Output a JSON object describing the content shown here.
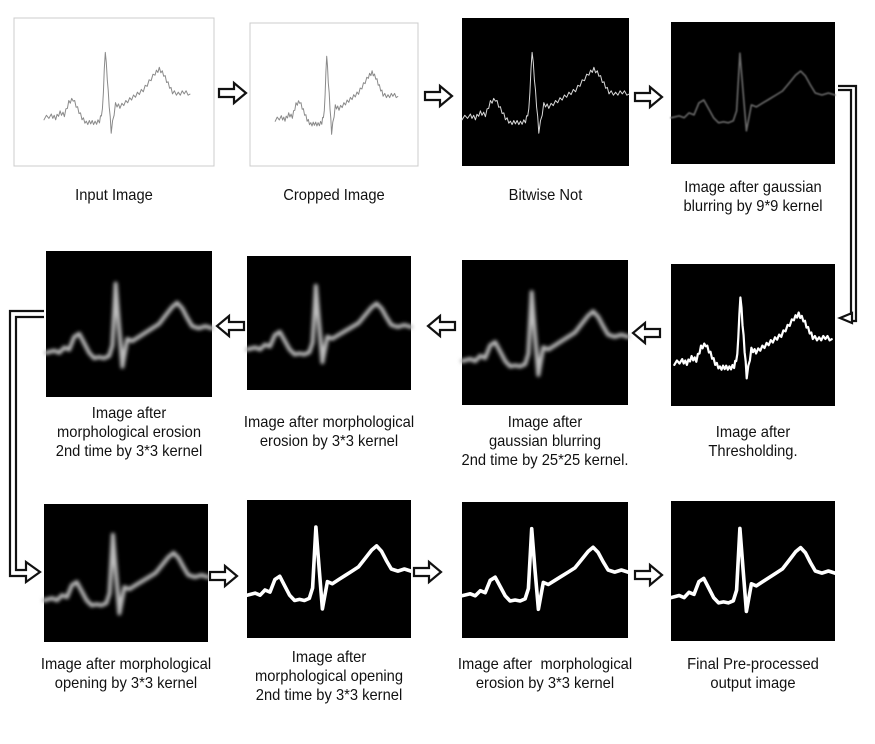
{
  "steps": [
    {
      "caption": "Input Image",
      "style": "input"
    },
    {
      "caption": "Cropped Image",
      "style": "input"
    },
    {
      "caption": "Bitwise Not",
      "style": "thin"
    },
    {
      "caption": "Image after gaussian\nblurring by 9*9 kernel",
      "style": "dim"
    },
    {
      "caption": "Image after\nThresholding.",
      "style": "bright"
    },
    {
      "caption": "Image after\ngaussian blurring\n2nd time by 25*25 kernel.",
      "style": "blur"
    },
    {
      "caption": "Image after morphological\nerosion by 3*3 kernel",
      "style": "blur"
    },
    {
      "caption": "Image after\nmorphological erosion\n2nd time by 3*3 kernel",
      "style": "blur"
    },
    {
      "caption": "Image after morphological\nopening by 3*3 kernel",
      "style": "blur"
    },
    {
      "caption": "Image after\nmorphological opening\n2nd time by 3*3 kernel",
      "style": "bold"
    },
    {
      "caption": "Image after  morphological\nerosion by 3*3 kernel",
      "style": "bold"
    },
    {
      "caption": "Final Pre-processed\noutput image",
      "style": "bold"
    }
  ],
  "colors": {
    "panel_dark": "#000000",
    "panel_light": "#ffffff",
    "panel_border": "#cccccc",
    "arrow": "#111111"
  }
}
